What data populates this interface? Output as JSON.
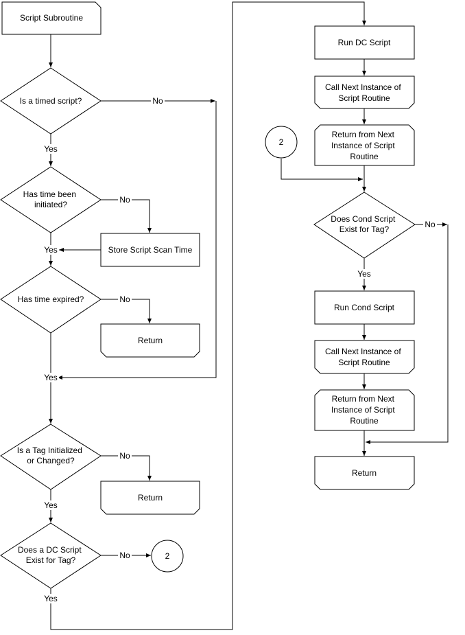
{
  "nodes": {
    "start": "Script Subroutine",
    "timed": [
      "Is a timed script?"
    ],
    "time_init": [
      "Has time been",
      "initiated?"
    ],
    "store": "Store Script Scan Time",
    "time_exp": [
      "Has time expired?"
    ],
    "return1": "Return",
    "tag_init": [
      "Is a Tag Initialized",
      "or  Changed?"
    ],
    "return2": "Return",
    "dc_exist": [
      "Does a DC Script",
      "Exist  for Tag?"
    ],
    "conn_a": "2",
    "run_dc": "Run DC Script",
    "call1": [
      "Call Next Instance of",
      "Script Routine"
    ],
    "ret_next1": [
      "Return from Next",
      "Instance of Script",
      "Routine"
    ],
    "conn_b": "2",
    "cond_exist": [
      "Does Cond Script",
      "Exist for Tag?"
    ],
    "run_cond": "Run Cond Script",
    "call2": [
      "Call Next Instance of",
      "Script Routine"
    ],
    "ret_next2": [
      "Return from Next",
      "Instance of Script",
      "Routine"
    ],
    "return3": "Return"
  },
  "edge_labels": {
    "yes": "Yes",
    "no": "No"
  }
}
